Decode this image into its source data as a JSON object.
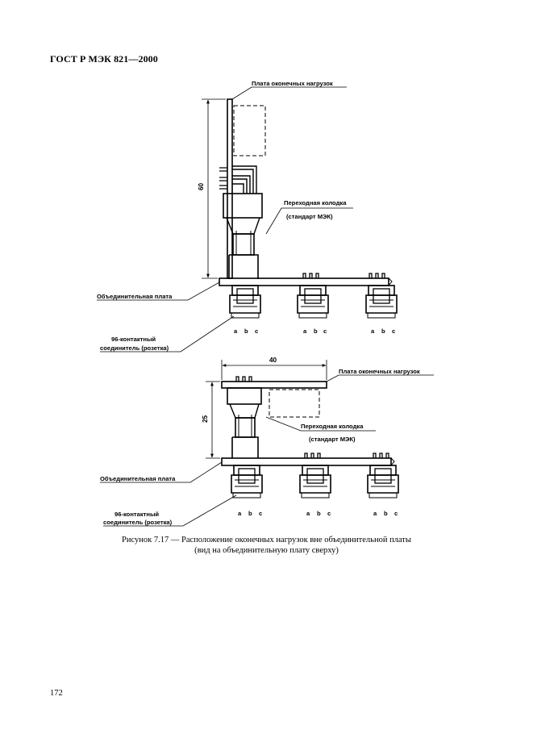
{
  "header": {
    "title": "ГОСТ Р МЭК 821—2000"
  },
  "figure": {
    "top": {
      "label_terminator_board": "Плата оконечных нагрузок",
      "label_adapter_1": "Переходная колодка",
      "label_adapter_2": "(стандарт МЭК)",
      "label_backplane": "Объединительная плата",
      "label_connector_1": "96-контактный",
      "label_connector_2": "соединитель (розетка)",
      "dim_height": "60",
      "pins": [
        "a",
        "b",
        "c"
      ]
    },
    "bottom": {
      "label_terminator_board": "Плата оконечных нагрузок",
      "label_adapter_1": "Переходная колодка",
      "label_adapter_2": "(стандарт МЭК)",
      "label_backplane": "Объединительная плата",
      "label_connector_1": "96-контактный",
      "label_connector_2": "соединитель (розетка)",
      "dim_width": "40",
      "dim_height": "25",
      "pins": [
        "a",
        "b",
        "c"
      ]
    }
  },
  "caption": {
    "line1": "Рисунок 7.17 — Расположение оконечных нагрузок вне объединительной платы",
    "line2": "(вид на объединительную плату сверху)"
  },
  "page_number": "172"
}
